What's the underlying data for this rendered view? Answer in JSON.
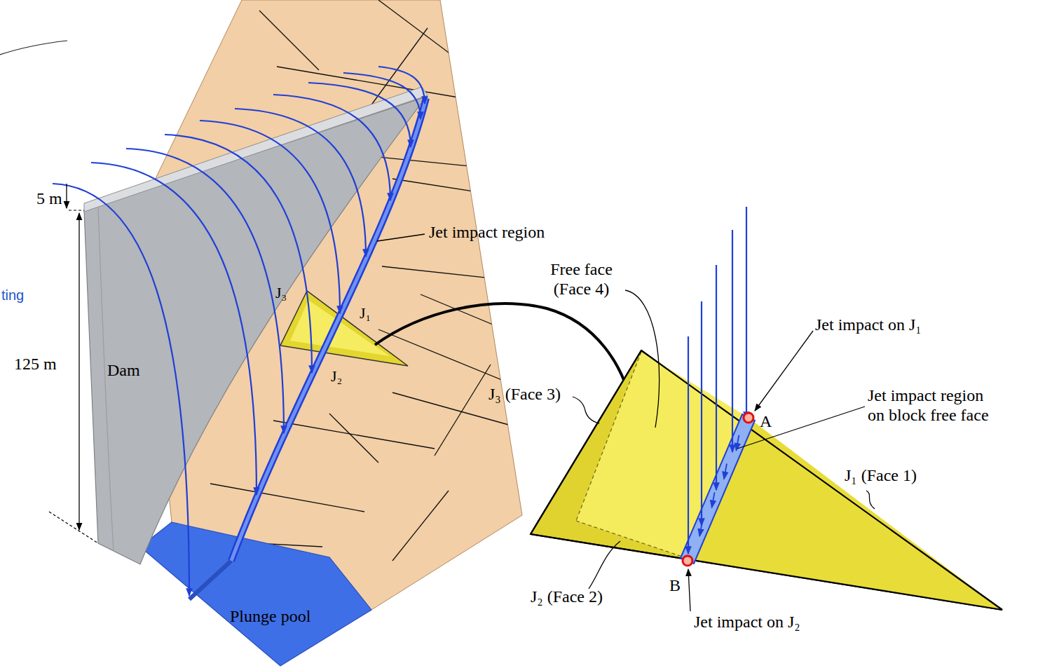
{
  "diagram": {
    "labels": [
      "ting",
      "5 m",
      "125 m",
      "Dam",
      "Jet impact region",
      "J₃",
      "J₁",
      "J₂",
      "Plunge pool",
      "Free face (Face 4)",
      "Jet impact on J₁",
      "A",
      "Jet impact region on block free face",
      "J₃ (Face 3)",
      "J₁ (Face 1)",
      "J₂ (Face 2)",
      "B",
      "Jet impact on J₂"
    ]
  }
}
